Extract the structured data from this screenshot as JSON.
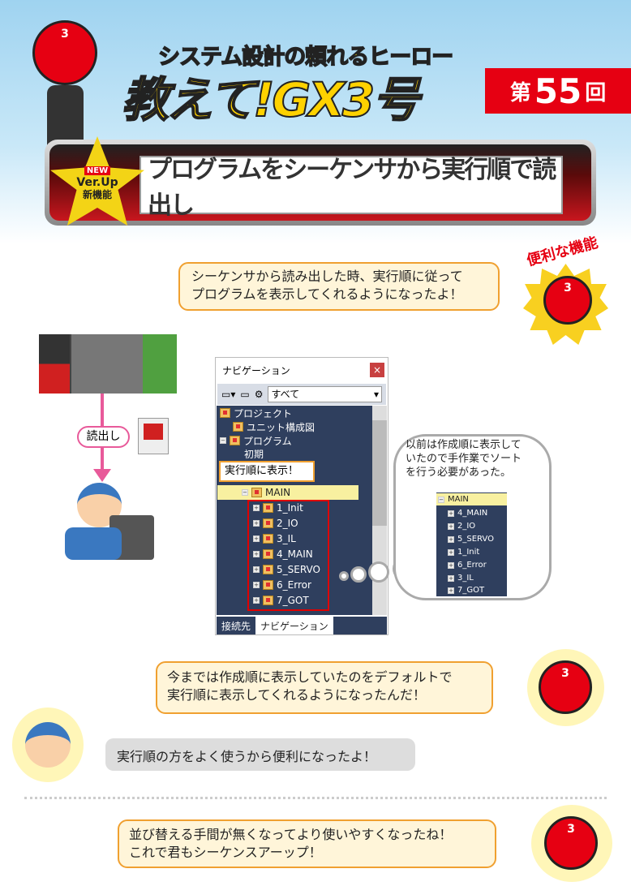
{
  "header": {
    "subtitle": "システム設計の頼れるヒーロー",
    "title": "教えて!GX3号",
    "episode_prefix": "第",
    "episode_number": "55",
    "episode_suffix": "回"
  },
  "banner": {
    "badge_new": "NEW",
    "badge_ver": "Ver.Up",
    "badge_label": "新機能",
    "title": "プログラムをシーケンサから実行順で読出し"
  },
  "feature_tag": "便利な機能",
  "bubble1": [
    "シーケンサから読み出した時、実行順に従って",
    "プログラムを表示してくれるようになったよ！"
  ],
  "read_label": "読出し",
  "nav": {
    "title": "ナビゲーション",
    "close": "×",
    "filter": "すべて",
    "tree": {
      "project": "プロジェクト",
      "unit": "ユニット構成図",
      "program": "プログラム",
      "initial": "初期",
      "main": "MAIN",
      "items": [
        "1_Init",
        "2_IO",
        "3_IL",
        "4_MAIN",
        "5_SERVO",
        "6_Error",
        "7_GOT"
      ]
    },
    "tabs": [
      "接続先",
      "ナビゲーション"
    ]
  },
  "callout": "実行順に表示！",
  "cloud": {
    "text": [
      "以前は作成順に表示して",
      "いたので手作業でソート",
      "を行う必要があった。"
    ],
    "main": "MAIN",
    "items": [
      "4_MAIN",
      "2_IO",
      "5_SERVO",
      "1_Init",
      "6_Error",
      "3_IL",
      "7_GOT"
    ]
  },
  "bubble2": [
    "今までは作成順に表示していたのをデフォルトで",
    "実行順に表示してくれるようになったんだ！"
  ],
  "bubble3": "実行順の方をよく使うから便利になったよ！",
  "bubble4": [
    "並び替える手間が無くなってより使いやすくなったね！",
    "これで君もシーケンスアーップ！"
  ],
  "colors": {
    "accent": "#e60012",
    "bubble_border": "#f0a030",
    "bubble_fill": "#fff5d9",
    "tree_bg": "#2f3f5e",
    "arrow": "#e85a9a"
  }
}
